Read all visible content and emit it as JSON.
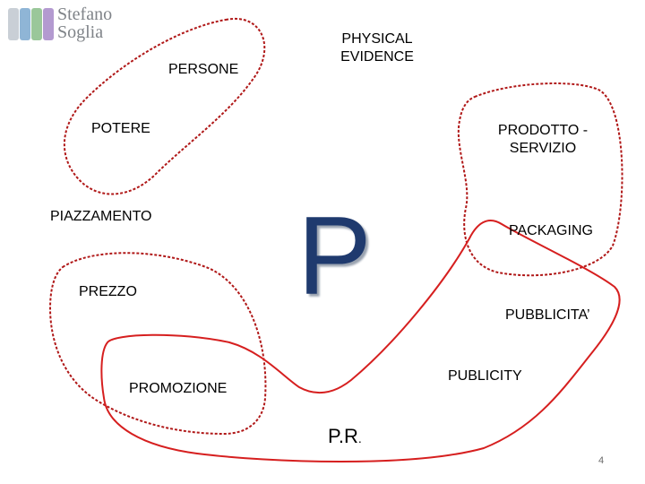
{
  "logo": {
    "line1": "Stefano",
    "line2": "Soglia",
    "bar_colors": [
      "#c9cfd6",
      "#8fb5d6",
      "#9ac79a",
      "#b39ad0"
    ]
  },
  "labels": {
    "persone": "PERSONE",
    "physical_evidence_line1": "PHYSICAL",
    "physical_evidence_line2": "EVIDENCE",
    "potere": "POTERE",
    "prodotto_line1": "PRODOTTO -",
    "prodotto_line2": "SERVIZIO",
    "piazzamento": "PIAZZAMENTO",
    "packaging": "PACKAGING",
    "prezzo": "PREZZO",
    "pubblicita": "PUBBLICITA’",
    "publicity": "PUBLICITY",
    "promozione": "PROMOZIONE",
    "pr_main": "P.R",
    "pr_dot": "."
  },
  "center_letter": "P",
  "page_number": "4",
  "colors": {
    "outline_red": "#d61f1f",
    "center_letter": "#1f3a6e"
  }
}
